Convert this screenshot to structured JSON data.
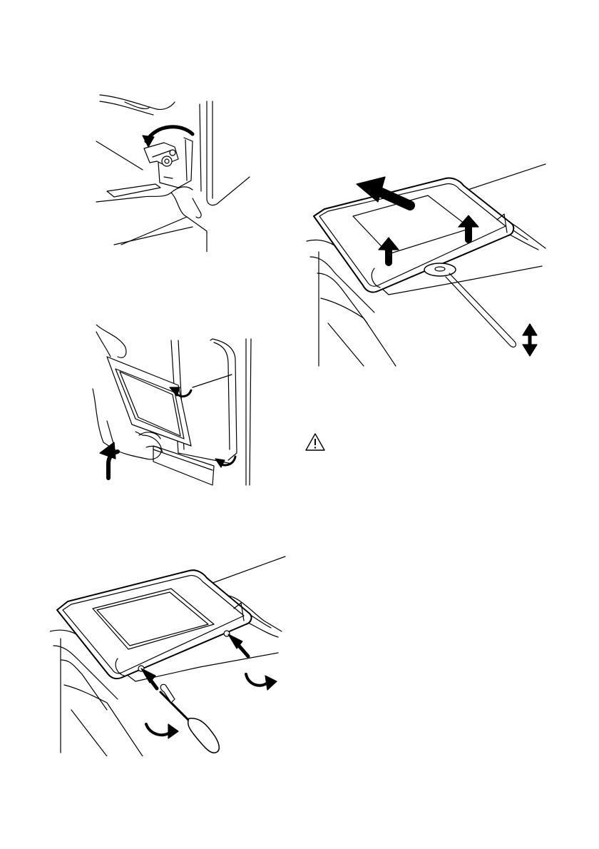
{
  "figures": [
    {
      "id": "hinge-lever",
      "icon": "hinge-lever-rotate-illustration"
    },
    {
      "id": "lift-door",
      "icon": "lift-door-off-hinges-illustration"
    },
    {
      "id": "remove-screws",
      "icon": "door-screws-screwdriver-illustration"
    },
    {
      "id": "remove-glass-panels",
      "icon": "lift-glass-panels-illustration"
    }
  ],
  "warning": {
    "icon": "warning-triangle-icon"
  },
  "colors": {
    "line": "#000000",
    "background": "#ffffff"
  }
}
